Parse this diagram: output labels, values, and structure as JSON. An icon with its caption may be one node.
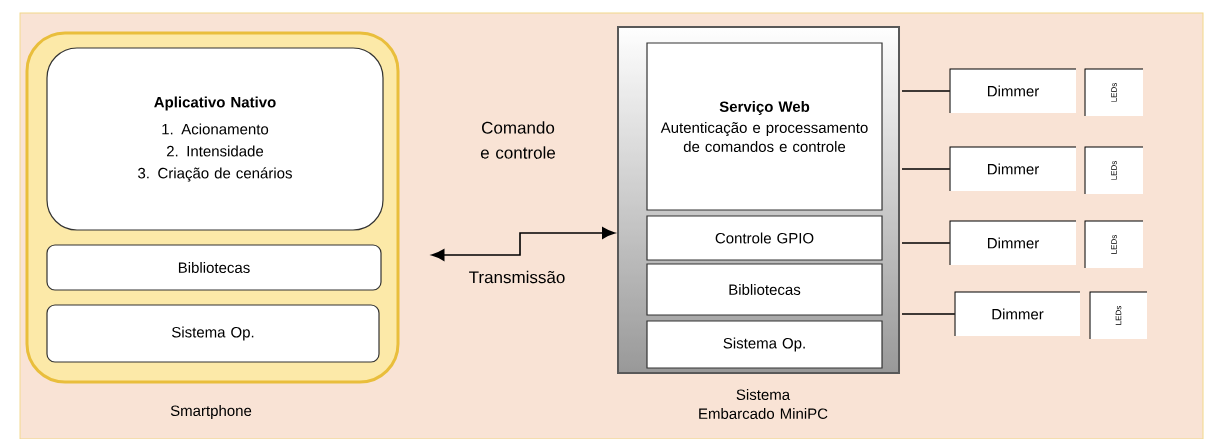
{
  "diagram": {
    "nodes": [
      {
        "text": [
          "Smartphone"
        ]
      },
      {
        "text": [
          "Aplicativo Nativo",
          "1. Acionamento",
          "2. Intensidade",
          "3. Criação de cenários"
        ],
        "in": 0
      },
      {
        "text": [
          "Bibliotecas"
        ],
        "in": 0
      },
      {
        "text": [
          "Sistema Op."
        ],
        "in": 0
      },
      {
        "text": [
          "Sistema Embarcado MiniPC"
        ]
      },
      {
        "text": [
          "Serviço Web",
          "Autenticação e processamento de comandos e controle"
        ],
        "in": 4
      },
      {
        "text": [
          "Controle GPIO"
        ],
        "in": 4
      },
      {
        "text": [
          "Bibliotecas"
        ],
        "in": 4
      },
      {
        "text": [
          "Sistema Op."
        ],
        "in": 4
      },
      {
        "text": [
          "Dimmer"
        ]
      },
      {
        "text": [
          "LEDs"
        ]
      },
      {
        "text": [
          "Dimmer"
        ]
      },
      {
        "text": [
          "LEDs"
        ]
      },
      {
        "text": [
          "Dimmer"
        ]
      },
      {
        "text": [
          "LEDs"
        ]
      },
      {
        "text": [
          "Dimmer"
        ]
      },
      {
        "text": [
          "LEDs"
        ]
      }
    ],
    "edges": [
      {
        "from": 0,
        "to": 4,
        "arrow": "both",
        "label": "Transmissão"
      },
      {
        "from": 4,
        "to": 9,
        "arrow": "none"
      },
      {
        "from": 4,
        "to": 11,
        "arrow": "none"
      },
      {
        "from": 4,
        "to": 13,
        "arrow": "none"
      },
      {
        "from": 4,
        "to": 15,
        "arrow": "none"
      }
    ],
    "labels": [
      "Comando e controle"
    ]
  }
}
